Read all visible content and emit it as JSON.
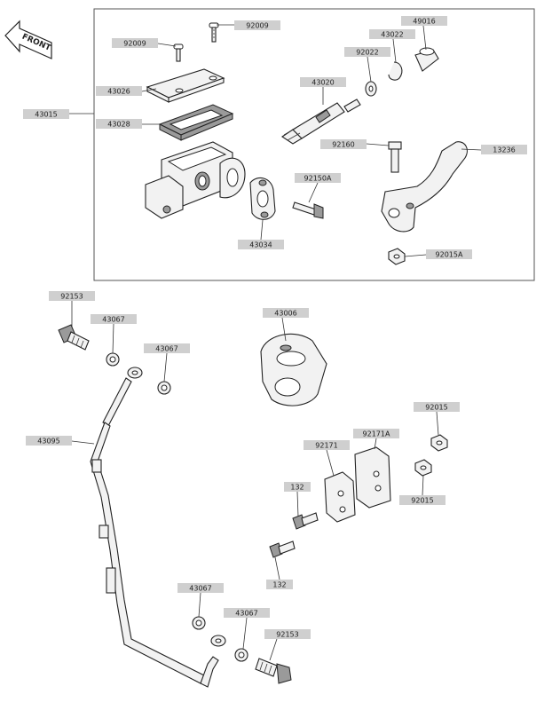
{
  "front_badge": "FRONT",
  "labels": {
    "p92009_top": "92009",
    "p92009_left": "92009",
    "p49016": "49016",
    "p43022": "43022",
    "p92022": "92022",
    "p43026": "43026",
    "p43020": "43020",
    "p43015": "43015",
    "p43028": "43028",
    "p92160": "92160",
    "p13236": "13236",
    "p92150A": "92150A",
    "p43034": "43034",
    "p92015A": "92015A",
    "p92153_top": "92153",
    "p43067_a": "43067",
    "p43067_b": "43067",
    "p43006": "43006",
    "p92015_a": "92015",
    "p43095": "43095",
    "p92171": "92171",
    "p92171A": "92171A",
    "p132_a": "132",
    "p92015_b": "92015",
    "p132_b": "132",
    "p43067_c": "43067",
    "p43067_d": "43067",
    "p92153_bottom": "92153"
  }
}
